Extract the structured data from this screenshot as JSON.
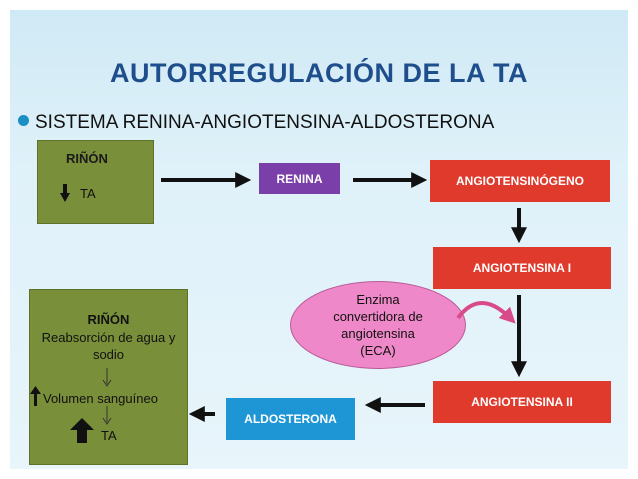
{
  "title": "AUTORREGULACIÓN DE LA TA",
  "bullet": "SISTEMA RENINA-ANGIOTENSINA-ALDOSTERONA",
  "kidney_top": {
    "heading": "RIÑÓN",
    "ta": "TA"
  },
  "renina": "RENINA",
  "angiotensinogeno": "ANGIOTENSINÓGENO",
  "angiotensina_1": "ANGIOTENSINA I",
  "enzyme": {
    "line1": "Enzima",
    "line2": "convertidora de",
    "line3": "angiotensina",
    "line4": "(ECA)"
  },
  "angiotensina_2": "ANGIOTENSINA II",
  "aldosterona": "ALDOSTERONA",
  "kidney_bottom": {
    "heading": "RIÑÓN",
    "line1": "Reabsorción de agua y",
    "line2": "sodio",
    "line3": "Volumen sanguíneo",
    "ta": "TA"
  },
  "colors": {
    "title": "#1f4e8c",
    "green_box": "#7a8f3a",
    "red_box": "#e03a2c",
    "purple_box": "#7a3fa8",
    "blue_box": "#1e96d6",
    "enzyme_ellipse": "#ee88c8"
  }
}
